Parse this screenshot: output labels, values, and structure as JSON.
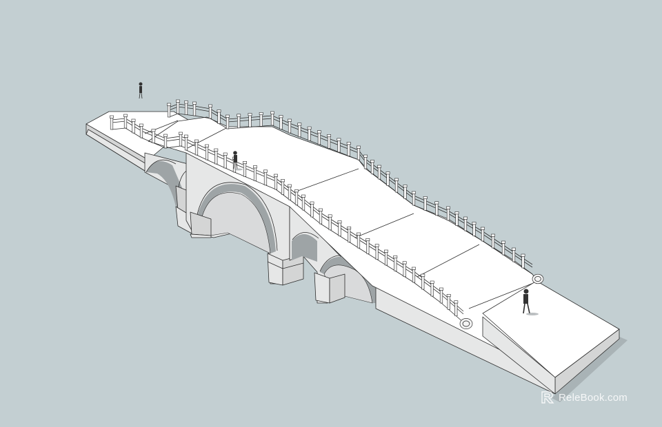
{
  "scene": {
    "subject": "stone-arch-bridge-3d-model",
    "background_color": "#c3cfd2",
    "surface_color": "#ffffff",
    "face_color": "#e6e7e7",
    "side_face_color": "#d4d5d5",
    "shadow_color": "#a9b3b6",
    "arch_shadow_color": "#9ea4a6",
    "edge_color": "#2b2b2b",
    "figure_count": 3
  },
  "watermark": {
    "text": "ReleBook.com",
    "icon": "relebook-logo-icon",
    "color": "#ffffff"
  }
}
